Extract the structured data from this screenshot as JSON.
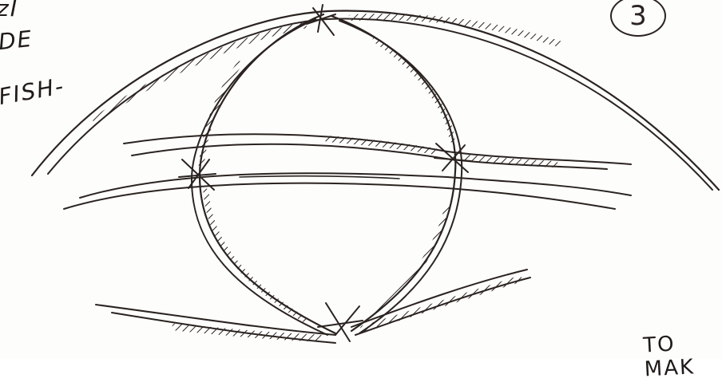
{
  "sketch": {
    "page_number": "3",
    "top_left_notes": [
      "zI",
      "DE",
      "FISH-"
    ],
    "bottom_right_note": "TO MAK"
  },
  "colors": {
    "ink": "#2a2320",
    "paper": "#fdfdfc"
  }
}
